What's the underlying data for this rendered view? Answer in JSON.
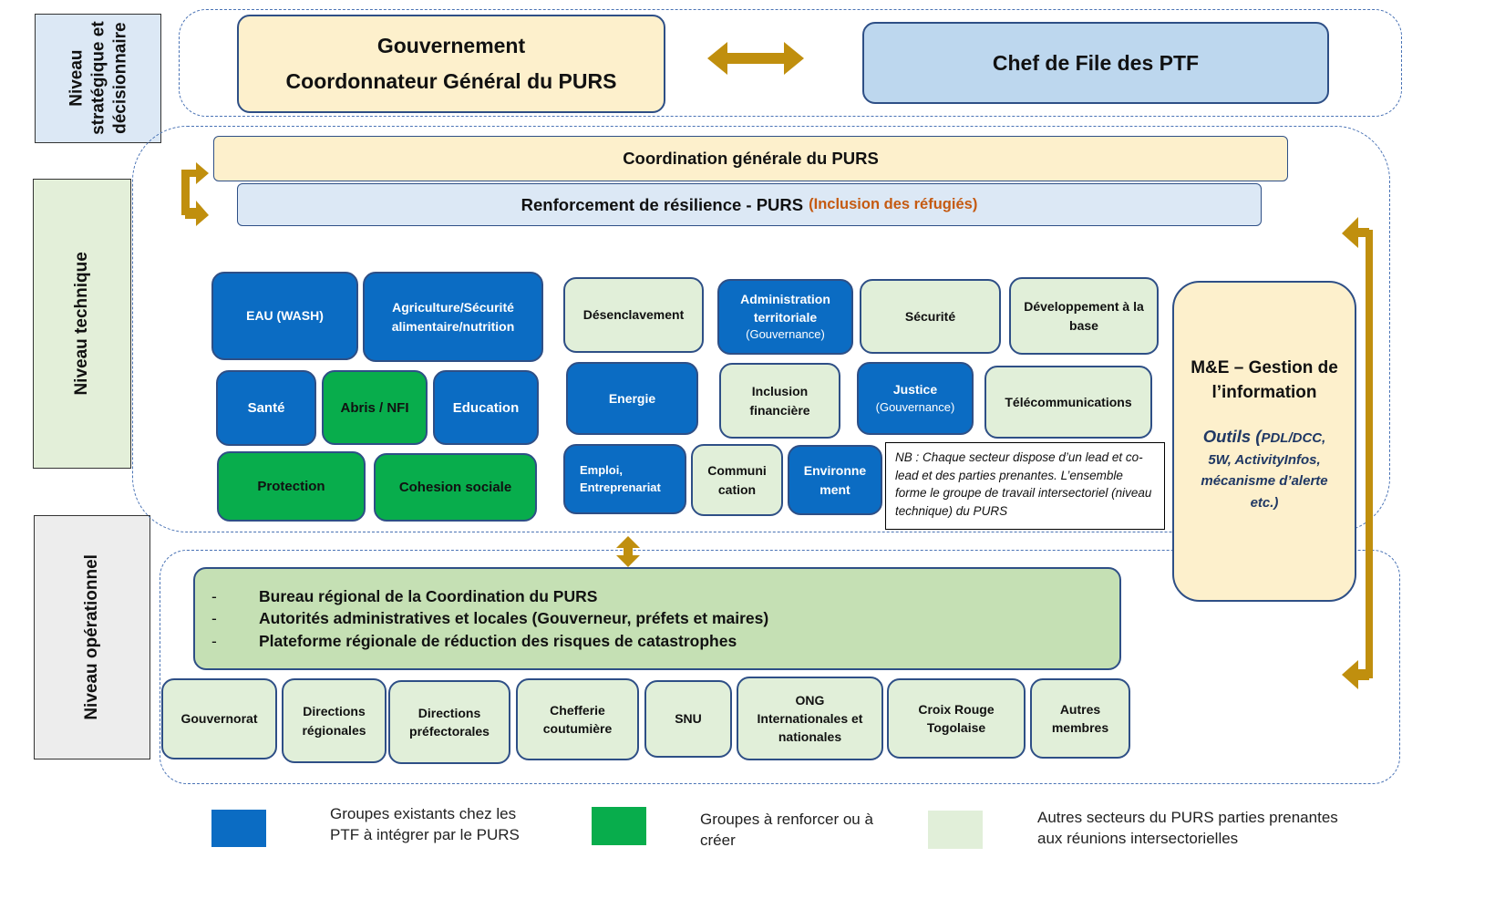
{
  "levels": {
    "strategic": "Niveau stratégique et décisionnaire",
    "technical": "Niveau technique",
    "operational": "Niveau opérationnel"
  },
  "top": {
    "gov_line1": "Gouvernement",
    "gov_line2": "Coordonnateur Général du PURS",
    "ptf": "Chef de File des PTF"
  },
  "coordination": "Coordination générale du PURS",
  "resilience": {
    "main": "Renforcement de résilience - PURS",
    "highlight": "(Inclusion des réfugiés)",
    "highlight_color": "#c55a11"
  },
  "sectors": {
    "eau": "EAU (WASH)",
    "agri": "Agriculture/Sécurité alimentaire/nutrition",
    "sante": "Santé",
    "abris": "Abris / NFI",
    "education": "Education",
    "protection": "Protection",
    "cohesion": "Cohesion sociale",
    "desenclavement": "Désenclavement",
    "admin_title": "Administration territoriale",
    "admin_sub": "(Gouvernance)",
    "securite": "Sécurité",
    "dev_base": "Développement à la base",
    "energie": "Energie",
    "inclusion": "Inclusion financière",
    "justice_title": "Justice",
    "justice_sub": "(Gouvernance)",
    "telecom": "Télécommunications",
    "emploi": "Emploi, Entreprenariat",
    "communication": "Communi cation",
    "environnement": "Environne ment"
  },
  "note": "NB : Chaque secteur dispose d’un lead et co-lead et des parties prenantes. L’ensemble forme le groupe de travail intersectoriel (niveau technique) du PURS",
  "me": {
    "title": "M&E – Gestion de l’information",
    "tools_prefix": "Outils (",
    "tools_rest": "PDL/DCC, 5W, ActivityInfos, mécanisme d’alerte etc.)",
    "tools_color": "#203864"
  },
  "operational": {
    "items": [
      "Bureau régional de la Coordination du PURS",
      "Autorités administratives et locales (Gouverneur, préfets et maires)",
      "Plateforme régionale de réduction des risques de catastrophes"
    ],
    "members": [
      "Gouvernorat",
      "Directions régionales",
      "Directions préfectorales",
      "Chefferie coutumière",
      "SNU",
      "ONG Internationales et nationales",
      "Croix Rouge Togolaise",
      "Autres membres"
    ]
  },
  "legend": [
    {
      "label": "Groupes existants chez les PTF à intégrer par le PURS",
      "color": "#0b6cc3"
    },
    {
      "label": "Groupes à renforcer ou à créer",
      "color": "#08ad4c"
    },
    {
      "label": "Autres secteurs du PURS parties prenantes aux réunions intersectorielles",
      "color": "#e1efd9"
    }
  ],
  "colors": {
    "existing": "#0b6cc3",
    "reinforce": "#08ad4c",
    "other": "#e1efd9",
    "arrow": "#c08f0e",
    "gov_fill": "#fdf0cc",
    "ptf_fill": "#bdd7ee"
  }
}
